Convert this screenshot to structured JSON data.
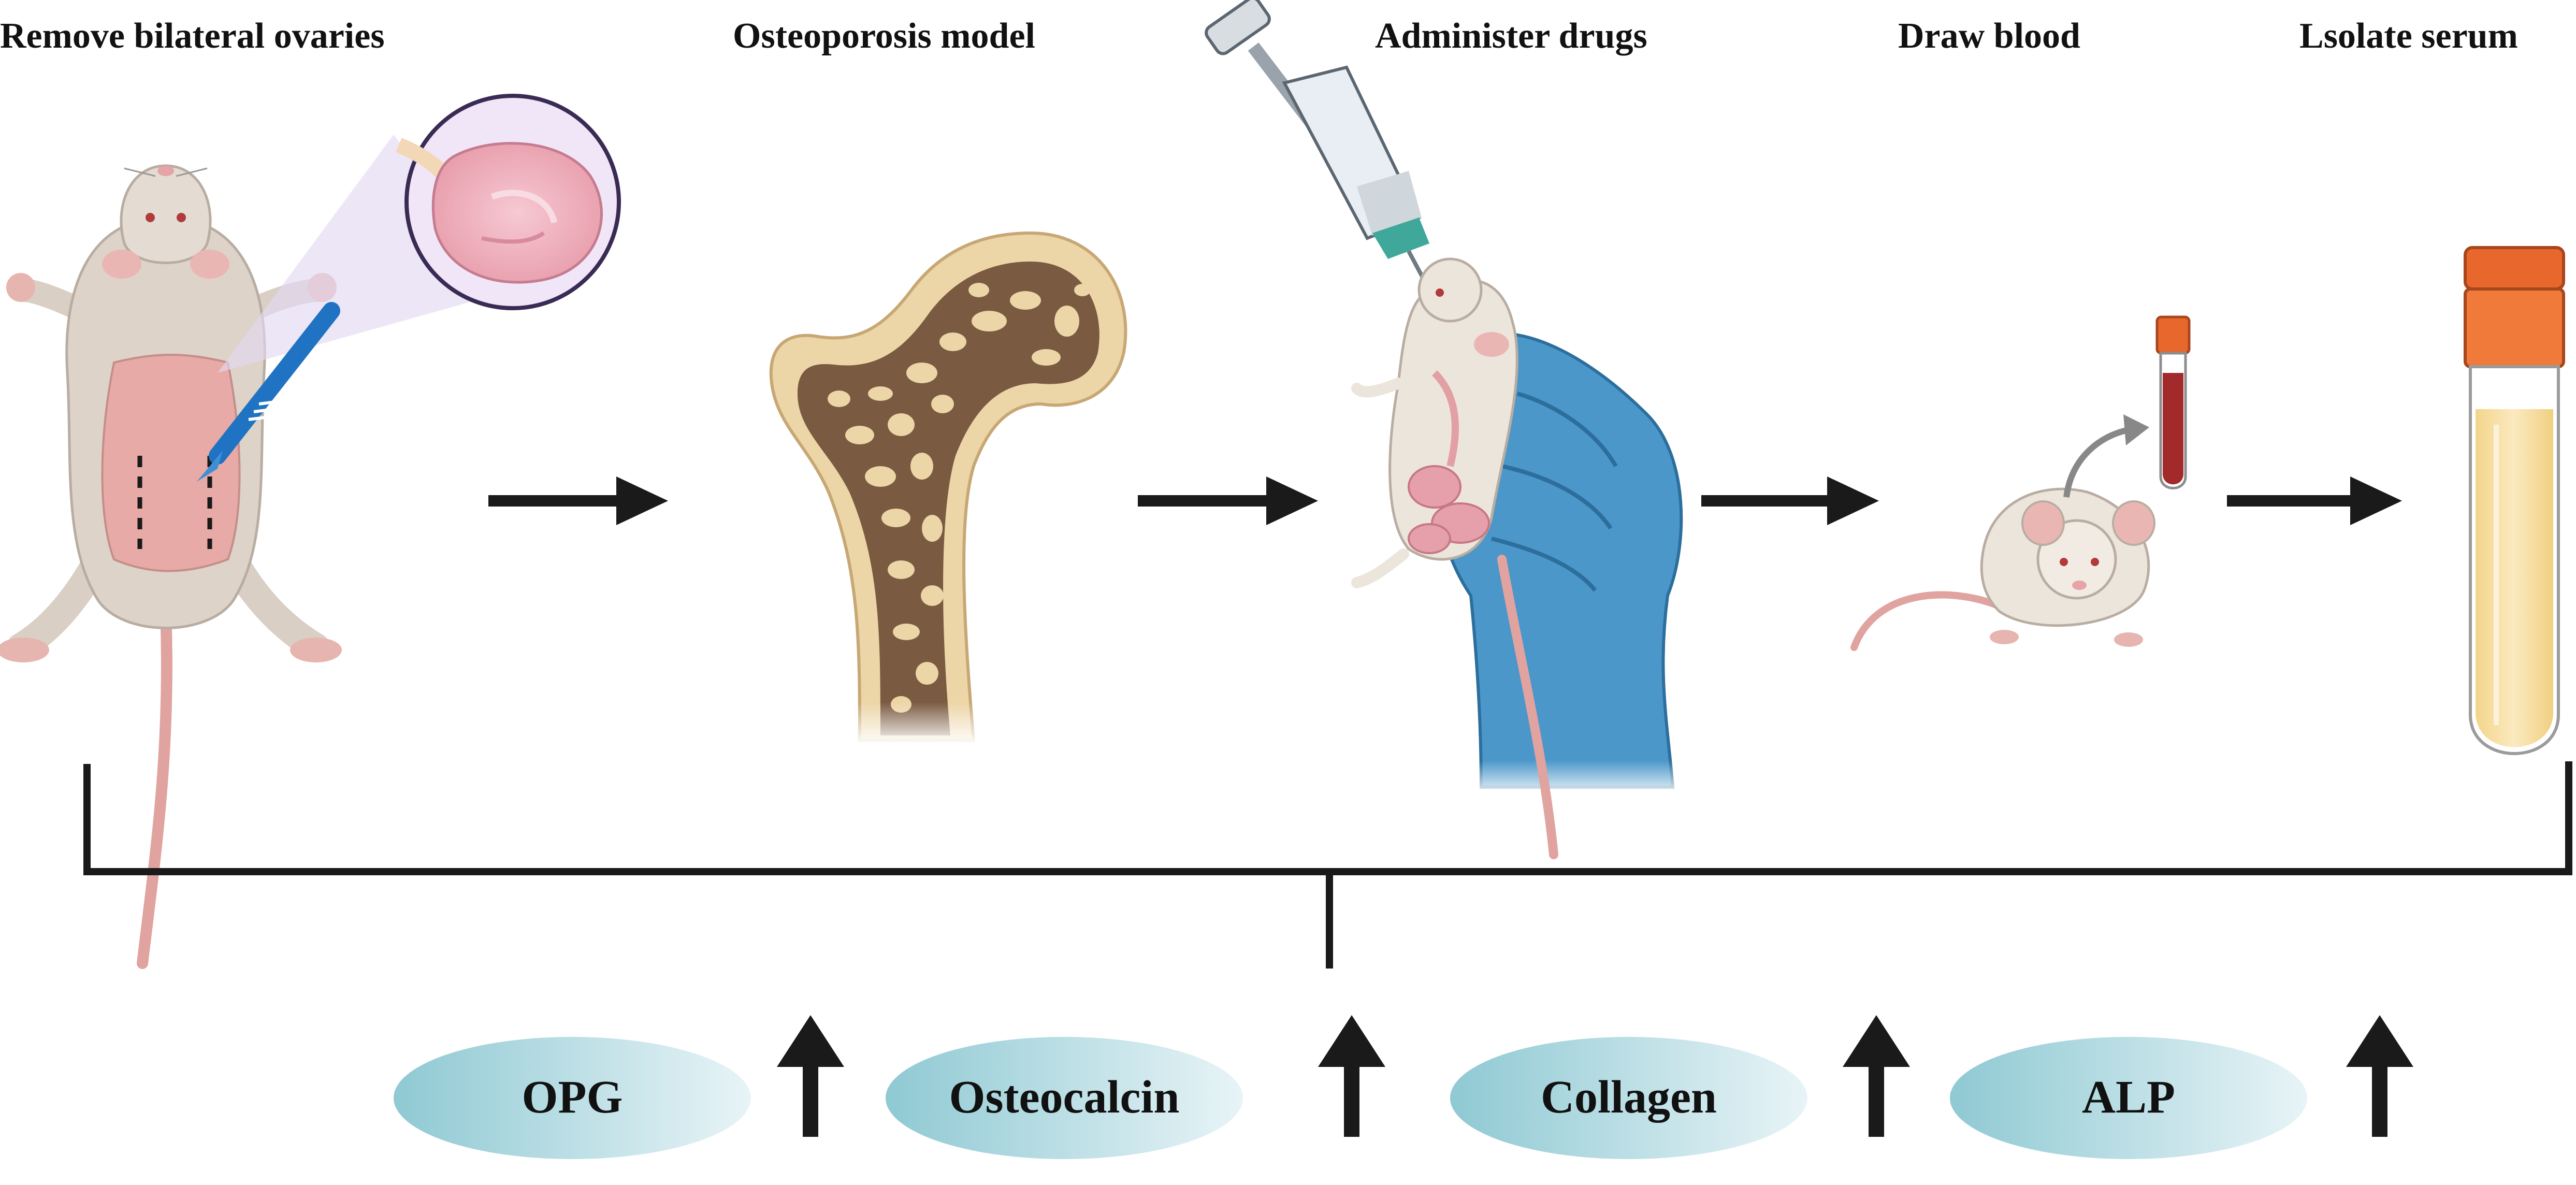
{
  "steps": [
    {
      "label": "Remove bilateral ovaries"
    },
    {
      "label": "Osteoporosis model"
    },
    {
      "label": "Administer drugs"
    },
    {
      "label": "Draw blood"
    },
    {
      "label": "Lsolate serum"
    }
  ],
  "markers": [
    {
      "label": "OPG",
      "trend": "up"
    },
    {
      "label": "Osteocalcin",
      "trend": "up"
    },
    {
      "label": "Collagen",
      "trend": "up"
    },
    {
      "label": "ALP",
      "trend": "up"
    }
  ],
  "colors": {
    "arrow": "#1a1a1a",
    "ellipse_start": "#8fc9d3",
    "ellipse_end": "#e8f4f7",
    "glove": "#4b97c9",
    "bone_shell": "#ecd5a6",
    "bone_trabecula": "#7a5a40",
    "tube_cap": "#e8672c",
    "serum": "#f8e2a8",
    "blood": "#a32a2a"
  }
}
